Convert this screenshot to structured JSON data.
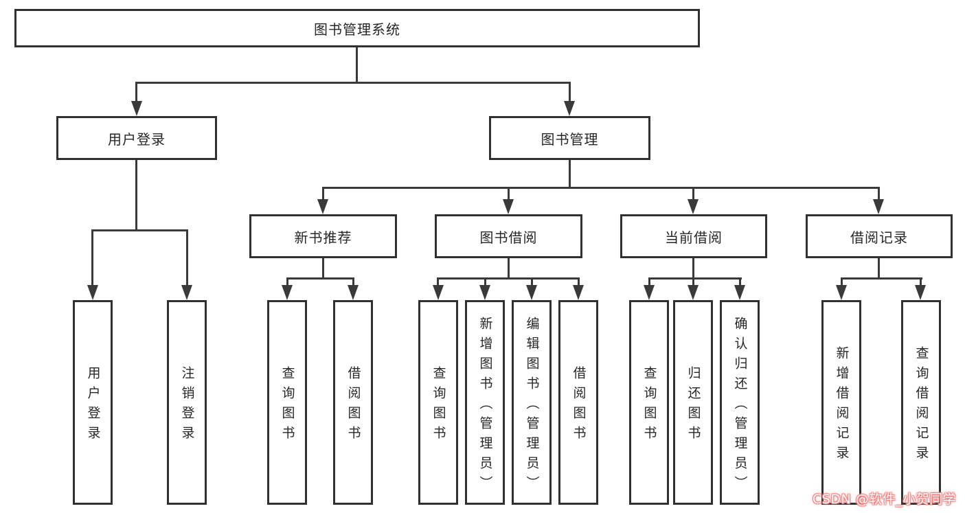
{
  "tree": {
    "root": {
      "label": "图书管理系统"
    },
    "branches": [
      {
        "label": "用户登录",
        "leaves": [
          "用户登录",
          "注销登录"
        ]
      },
      {
        "label": "图书管理",
        "children": [
          {
            "label": "新书推荐",
            "leaves": [
              "查询图书",
              "借阅图书"
            ]
          },
          {
            "label": "图书借阅",
            "leaves": [
              "查询图书",
              "新增图书（管理员）",
              "编辑图书（管理员）",
              "借阅图书"
            ]
          },
          {
            "label": "当前借阅",
            "leaves": [
              "查询图书",
              "归还图书",
              "确认归还（管理员）"
            ]
          },
          {
            "label": "借阅记录",
            "leaves": [
              "新增借阅记录",
              "查询借阅记录"
            ]
          }
        ]
      }
    ]
  },
  "watermark": {
    "text": "CSDN @软件_小贺同学"
  },
  "colors": {
    "line": "#3a3a3a",
    "box_border": "#303030",
    "text": "#262626",
    "background": "#ffffff",
    "watermark_text": "#ffffff",
    "watermark_glow": "#f57f7f"
  }
}
